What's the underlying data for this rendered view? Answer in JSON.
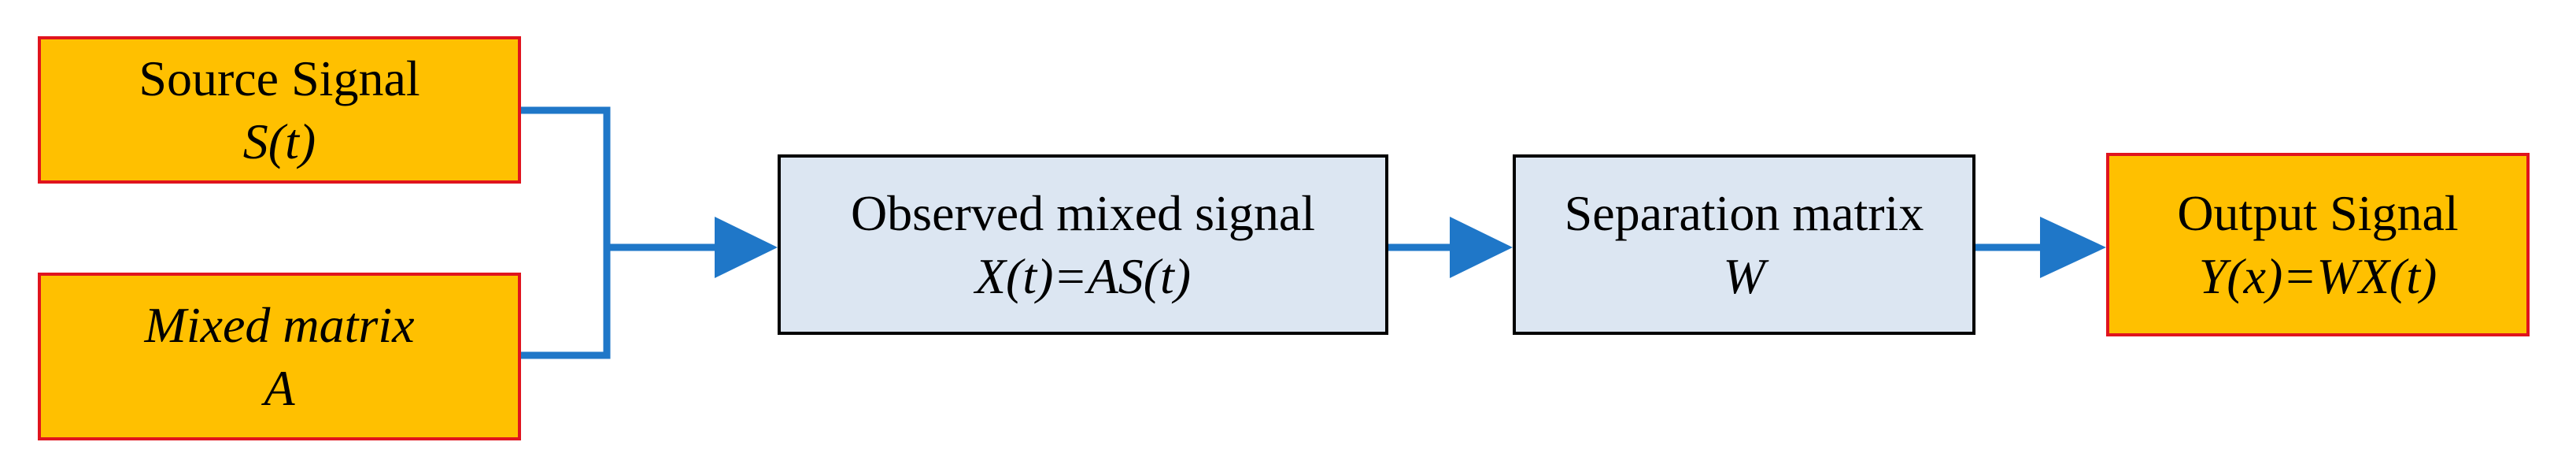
{
  "diagram": {
    "source": {
      "title": "Source Signal",
      "formula": "S(t)"
    },
    "mixing": {
      "title": "Mixed matrix",
      "formula": "A"
    },
    "observed": {
      "title": "Observed mixed signal",
      "formula": "X(t)=AS(t)"
    },
    "separation": {
      "title": "Separation matrix",
      "formula": "W"
    },
    "output": {
      "title": "Output Signal",
      "formula": "Y(x)=WX(t)"
    }
  },
  "colors": {
    "input_box_fill": "#FFC000",
    "input_box_border": "#E0141E",
    "process_box_fill": "#DCE6F2",
    "process_box_border": "#000000",
    "connector": "#1F77C8"
  }
}
